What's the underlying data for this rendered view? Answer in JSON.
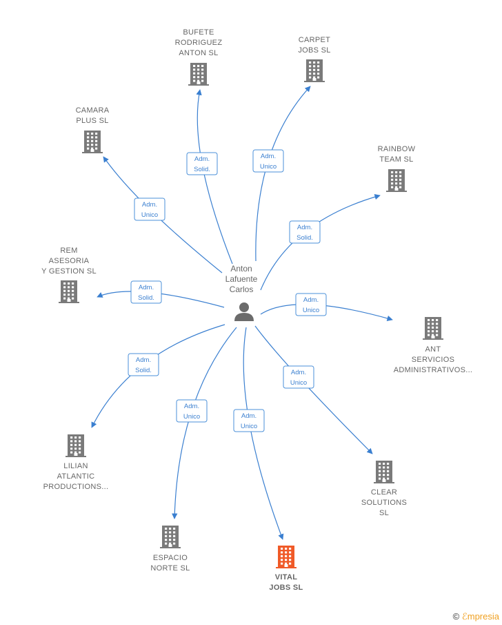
{
  "center": {
    "label": [
      "Anton",
      "Lafuente",
      "Carlos"
    ]
  },
  "colors": {
    "edge": "#3a7fd0",
    "building": "#7a7a7a",
    "building_highlight": "#f05a28"
  },
  "nodes": [
    {
      "id": "bufete",
      "label": [
        "BUFETE",
        "RODRIGUEZ",
        "ANTON  SL"
      ],
      "role": [
        "Adm.",
        "Solid."
      ],
      "highlight": false
    },
    {
      "id": "carpet",
      "label": [
        "CARPET",
        "JOBS  SL"
      ],
      "role": [
        "Adm.",
        "Unico"
      ],
      "highlight": false
    },
    {
      "id": "camara",
      "label": [
        "CAMARA",
        "PLUS  SL"
      ],
      "role": [
        "Adm.",
        "Unico"
      ],
      "highlight": false
    },
    {
      "id": "rainbow",
      "label": [
        "RAINBOW",
        "TEAM  SL"
      ],
      "role": [
        "Adm.",
        "Solid."
      ],
      "highlight": false
    },
    {
      "id": "rem",
      "label": [
        "REM",
        "ASESORIA",
        "Y GESTION  SL"
      ],
      "role": [
        "Adm.",
        "Solid."
      ],
      "highlight": false
    },
    {
      "id": "ant",
      "label": [
        "ANT",
        "SERVICIOS",
        "ADMINISTRATIVOS..."
      ],
      "role": [
        "Adm.",
        "Unico"
      ],
      "highlight": false
    },
    {
      "id": "lilian",
      "label": [
        "LILIAN",
        "ATLANTIC",
        "PRODUCTIONS..."
      ],
      "role": [
        "Adm.",
        "Solid."
      ],
      "highlight": false
    },
    {
      "id": "clear",
      "label": [
        "CLEAR",
        "SOLUTIONS",
        "SL"
      ],
      "role": [
        "Adm.",
        "Unico"
      ],
      "highlight": false
    },
    {
      "id": "espacio",
      "label": [
        "ESPACIO",
        "NORTE  SL"
      ],
      "role": [
        "Adm.",
        "Unico"
      ],
      "highlight": false
    },
    {
      "id": "vital",
      "label": [
        "VITAL",
        "JOBS  SL"
      ],
      "role": [
        "Adm.",
        "Unico"
      ],
      "highlight": true
    }
  ],
  "brand": {
    "copyright": "©",
    "name": "mpresia"
  }
}
